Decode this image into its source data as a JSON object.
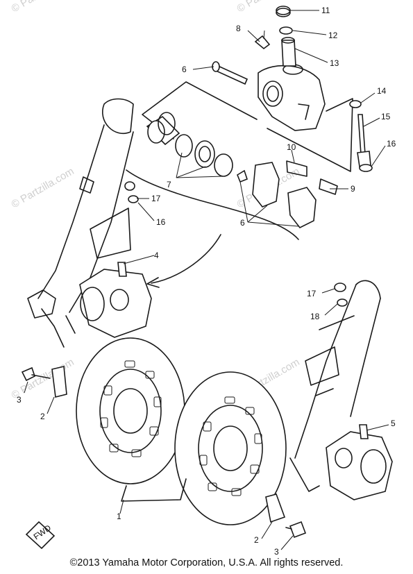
{
  "watermark": {
    "text": "© Partzilla.com"
  },
  "callouts": [
    {
      "id": "c11",
      "label": "11"
    },
    {
      "id": "c12",
      "label": "12"
    },
    {
      "id": "c13",
      "label": "13"
    },
    {
      "id": "c8",
      "label": "8"
    },
    {
      "id": "c6a",
      "label": "6"
    },
    {
      "id": "c14",
      "label": "14"
    },
    {
      "id": "c15",
      "label": "15"
    },
    {
      "id": "c16a",
      "label": "16"
    },
    {
      "id": "c10",
      "label": "10"
    },
    {
      "id": "c9",
      "label": "9"
    },
    {
      "id": "c7",
      "label": "7"
    },
    {
      "id": "c6b",
      "label": "6"
    },
    {
      "id": "c17a",
      "label": "17"
    },
    {
      "id": "c16b",
      "label": "16"
    },
    {
      "id": "c4",
      "label": "4"
    },
    {
      "id": "c17b",
      "label": "17"
    },
    {
      "id": "c18",
      "label": "18"
    },
    {
      "id": "c3a",
      "label": "3"
    },
    {
      "id": "c2a",
      "label": "2"
    },
    {
      "id": "c5",
      "label": "5"
    },
    {
      "id": "c1",
      "label": "1"
    },
    {
      "id": "c2b",
      "label": "2"
    },
    {
      "id": "c3b",
      "label": "3"
    }
  ],
  "fwd_label": "FWD",
  "copyright": "©2013  Yamaha Motor Corporation, U.S.A. All rights reserved."
}
